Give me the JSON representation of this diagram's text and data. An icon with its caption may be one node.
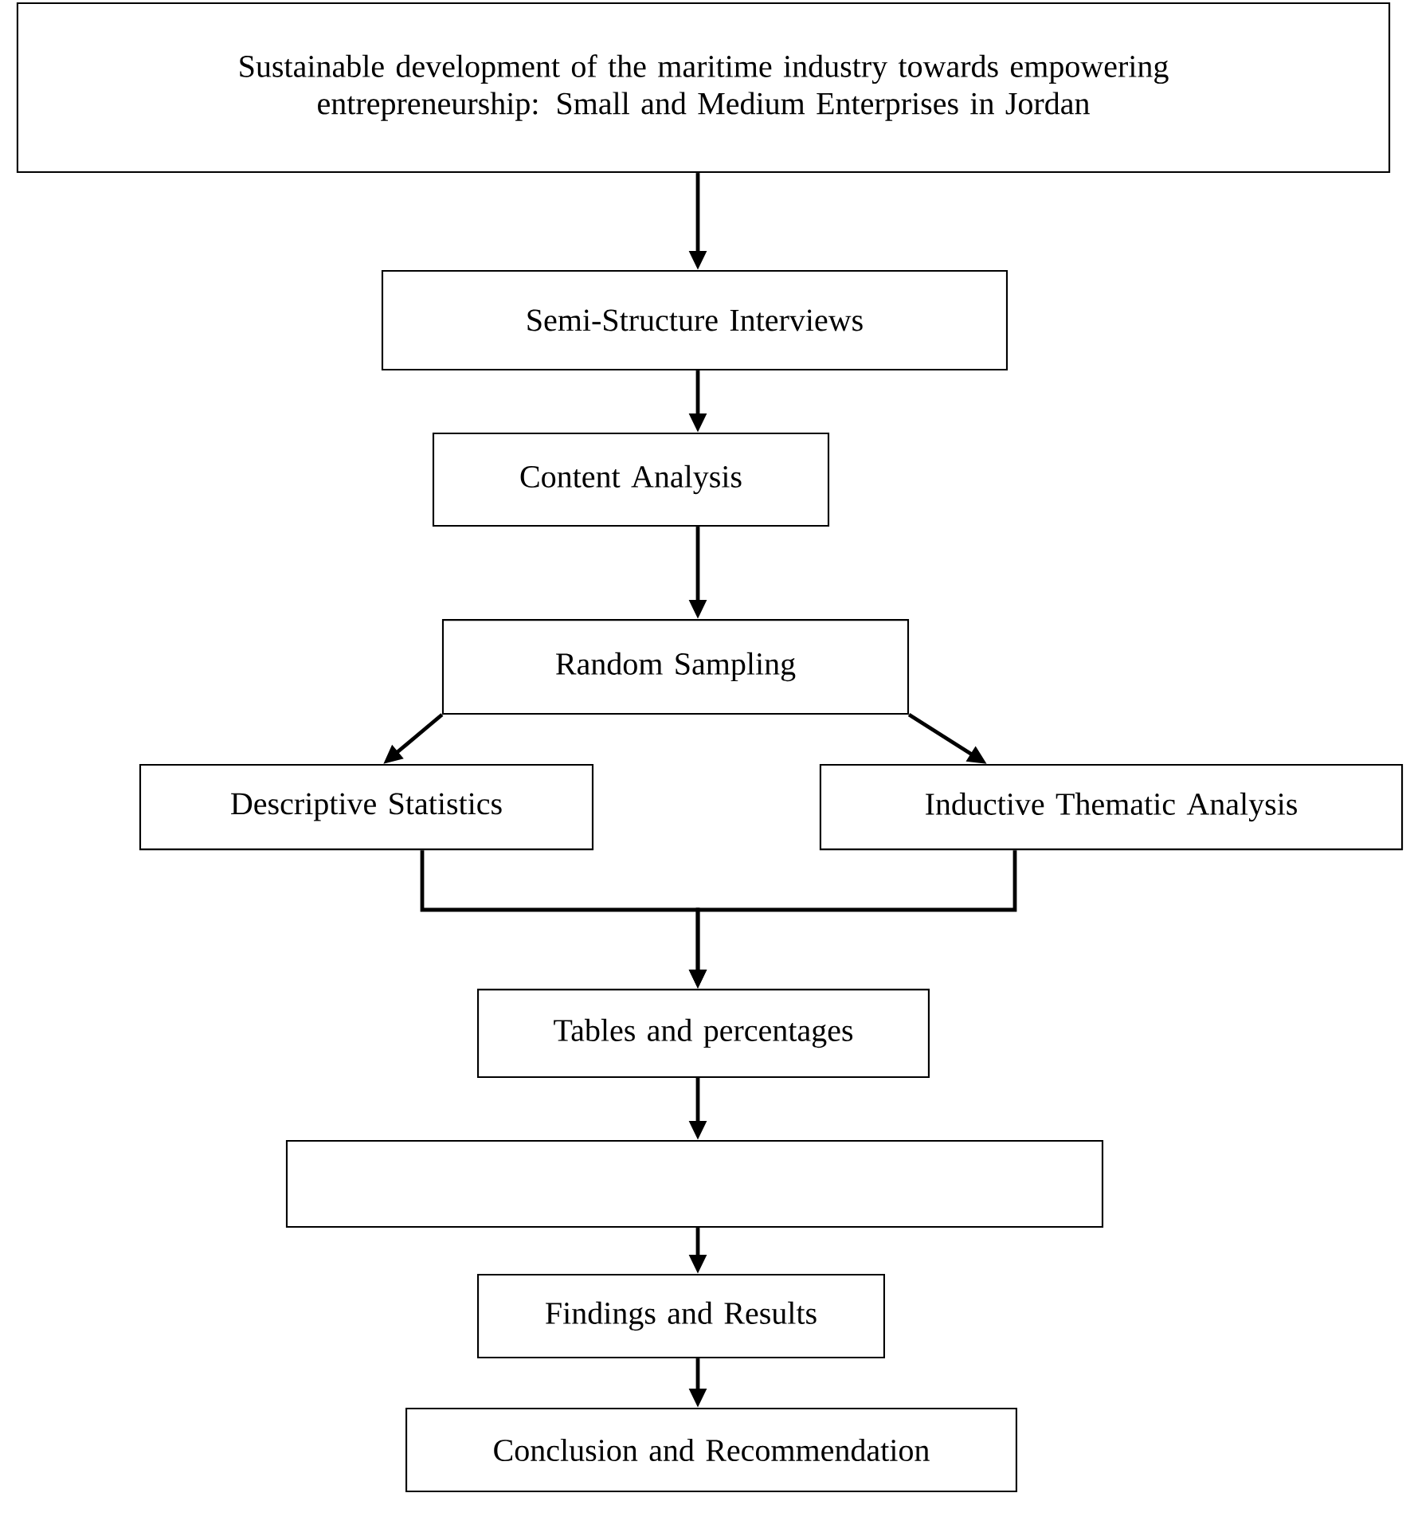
{
  "diagram": {
    "nodes": [
      {
        "text": [
          "Sustainable development of the maritime industry towards empowering entrepreneurship: Small and Medium Enterprises in Jordan"
        ]
      },
      {
        "text": [
          "Semi-Structure Interviews"
        ]
      },
      {
        "text": [
          "Content Analysis"
        ]
      },
      {
        "text": [
          "Random Sampling"
        ]
      },
      {
        "text": [
          "Descriptive Statistics"
        ]
      },
      {
        "text": [
          "Inductive Thematic Analysis"
        ]
      },
      {
        "text": [
          "Tables and percentages"
        ]
      },
      {
        "text": [],
        "shape": "box"
      },
      {
        "text": [
          "Findings and Results"
        ]
      },
      {
        "text": [
          "Conclusion and Recommendation"
        ]
      }
    ],
    "edges": [
      {
        "from": 0,
        "to": 1,
        "arrow": "to"
      },
      {
        "from": 1,
        "to": 2,
        "arrow": "to"
      },
      {
        "from": 2,
        "to": 3,
        "arrow": "to"
      },
      {
        "from": 3,
        "to": 4,
        "arrow": "to"
      },
      {
        "from": 3,
        "to": 5,
        "arrow": "to"
      },
      {
        "from": 4,
        "to": 6,
        "arrow": "to"
      },
      {
        "from": 5,
        "to": 6,
        "arrow": "to"
      },
      {
        "from": 6,
        "to": 7,
        "arrow": "to"
      },
      {
        "from": 7,
        "to": 8,
        "arrow": "to"
      },
      {
        "from": 8,
        "to": 9,
        "arrow": "to"
      }
    ]
  }
}
